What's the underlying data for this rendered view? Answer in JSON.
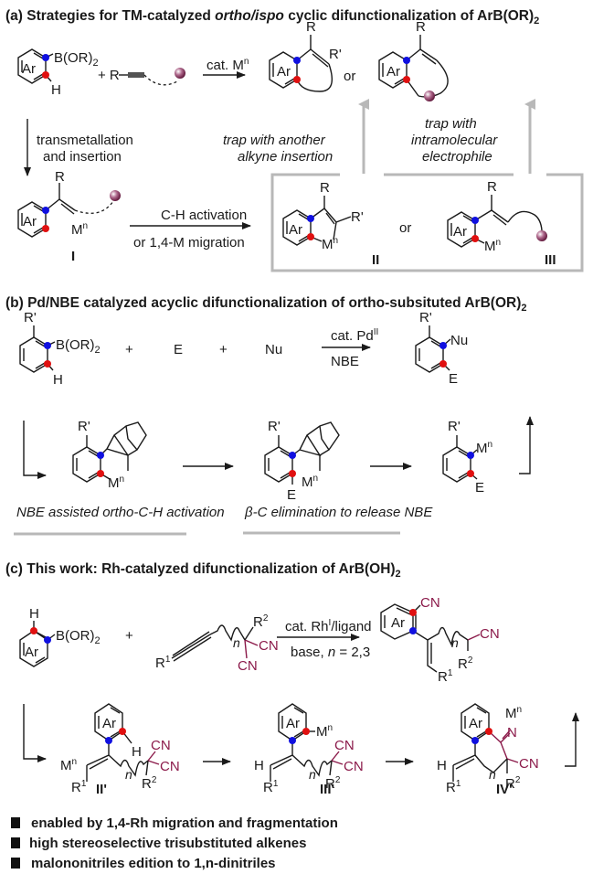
{
  "colors": {
    "ipso_dot": "#1010e0",
    "ortho_dot": "#e01010",
    "nitrile": "#8b1a4a",
    "trap_ball": "#7a1f4a",
    "gray_box": "#b8b8b8"
  },
  "panel_a": {
    "title_prefix": "(a) Strategies for TM-catalyzed ",
    "title_italic": "ortho/ispo",
    "title_suffix": " cyclic difunctionalization of ArB(OR)",
    "title_sub": "2",
    "reagent_boronate": "B(OR)",
    "reagent_boronate_sub": "2",
    "ar": "Ar",
    "h": "H",
    "plus_r": "+ R",
    "cat": "cat. M",
    "cat_sup": "n",
    "r": "R",
    "r_prime": "R'",
    "or": "or",
    "step1_line1": "transmetallation",
    "step1_line2": "and insertion",
    "trap1_line1": "trap with another",
    "trap1_line2": "alkyne insertion",
    "trap2_line1": "trap with",
    "trap2_line2": "intramolecular",
    "trap2_line3": "electrophile",
    "step2_line1": "C-H activation",
    "step2_line2": "or 1,4-M migration",
    "m": "M",
    "m_sup": "n",
    "label_I": "I",
    "label_II": "II",
    "label_III": "III"
  },
  "panel_b": {
    "title": "(b) Pd/NBE catalyzed acyclic difunctionalization of ortho-subsituted ArB(OR)",
    "title_sub": "2",
    "r_prime": "R'",
    "boronate": "B(OR)",
    "boronate_sub": "2",
    "h": "H",
    "plus": "+",
    "e": "E",
    "nu": "Nu",
    "cat": "cat. Pd",
    "cat_sup": "II",
    "nbe": "NBE",
    "m": "M",
    "m_sup": "n",
    "caption1": "NBE assisted ortho-C-H activation",
    "caption2": "β-C elimination to release NBE"
  },
  "panel_c": {
    "title": "(c) This work: Rh-catalyzed difunctionalization of ArB(OH)",
    "title_sub": "2",
    "h": "H",
    "boronate": "B(OR)",
    "boronate_sub": "2",
    "ar": "Ar",
    "plus": "+",
    "r1": "R",
    "r1_sup": "1",
    "r2": "R",
    "r2_sup": "2",
    "n": "n",
    "cn": "CN",
    "cat": "cat. Rh",
    "cat_sup": "I",
    "cat_suffix": "/ligand",
    "cond_prefix": "base, ",
    "cond_n": "n",
    "cond_suffix": " = 2,3",
    "m": "M",
    "m_sup": "n",
    "n_atom": "N",
    "label_II": "II'",
    "label_III": "III'",
    "label_IV": "IV'"
  },
  "bullets": [
    "enabled by 1,4-Rh migration and fragmentation",
    "high stereoselective trisubstituted alkenes",
    "malononitriles edition to 1,n-dinitriles"
  ]
}
